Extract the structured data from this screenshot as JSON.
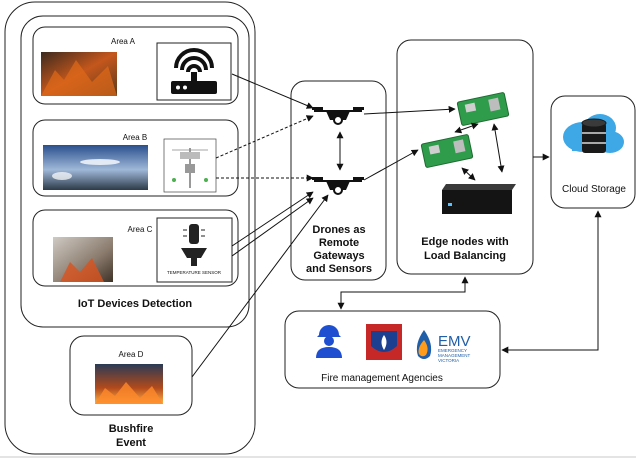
{
  "areas": {
    "a": "Area A",
    "b": "Area B",
    "c": "Area C",
    "d": "Area D"
  },
  "groups": {
    "iot": "IoT Devices Detection",
    "bushfire_line1": "Bushfire",
    "bushfire_line2": "Event",
    "drones_line1": "Drones as",
    "drones_line2": "Remote",
    "drones_line3": "Gateways",
    "drones_line4": "and Sensors",
    "edge_line1": "Edge nodes with",
    "edge_line2": "Load Balancing",
    "cloud": "Cloud Storage",
    "agencies": "Fire management Agencies"
  },
  "device_labels": {
    "sensor_c": "TEMPERATURE SENSOR"
  },
  "logos": {
    "emv_big": "EMV",
    "emv_line1": "EMERGENCY",
    "emv_line2": "MANAGEMENT",
    "emv_line3": "VICTORIA"
  },
  "colors": {
    "emv_blue": "#1f5ea8",
    "cloud_blue": "#3ea8e6",
    "drone_dark": "#1a1a1a",
    "rpi_green": "#2e9c4a",
    "fire_red": "#d63b1f"
  }
}
